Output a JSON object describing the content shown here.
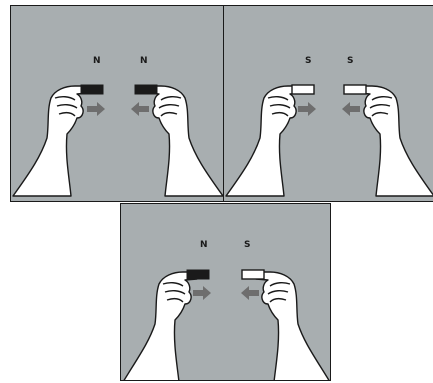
{
  "panels": [
    {
      "left_pole": "N",
      "right_pole": "N",
      "left_magnet": "dark",
      "right_magnet": "dark"
    },
    {
      "left_pole": "S",
      "right_pole": "S",
      "left_magnet": "light",
      "right_magnet": "light"
    },
    {
      "left_pole": "N",
      "right_pole": "S",
      "left_magnet": "dark",
      "right_magnet": "light"
    }
  ],
  "colors": {
    "background": "#a8aeb0",
    "arrow": "#6e6e6e",
    "north_magnet": "#1a1a1a",
    "south_magnet": "#ffffff"
  }
}
